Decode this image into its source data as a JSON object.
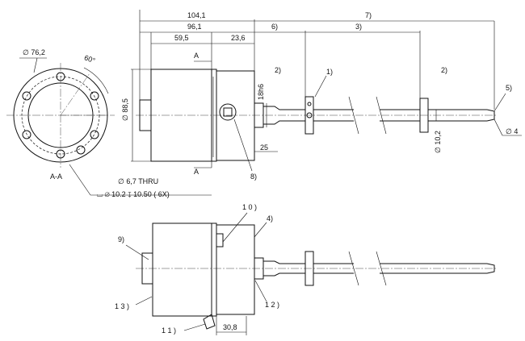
{
  "dims": {
    "d1041": "104,1",
    "d961": "96,1",
    "d595": "59,5",
    "d236": "23,6",
    "d885": "∅ 88,5",
    "d18h6": "18h6",
    "d25": "25",
    "d102": "∅ 10,2",
    "d4": "∅ 4",
    "d762": "∅ 76,2",
    "d60": "60°",
    "d308": "30,8",
    "thru": "∅ 6,7 THRU",
    "cbore": "⌴ ∅ 10.2 ↧ 10.50  ( 6X)"
  },
  "callouts": {
    "c1": "1)",
    "c2a": "2)",
    "c2b": "2)",
    "c3": "3)",
    "c4": "4)",
    "c5": "5)",
    "c6": "6)",
    "c7": "7)",
    "c8": "8)",
    "c9": "9)",
    "c10": "1 0 )",
    "c11": "1 1 )",
    "c12": "1 2 )",
    "c13": "1 3 )"
  },
  "section": {
    "a_top": "A",
    "a_bottom": "A",
    "a_view": "A-A"
  }
}
